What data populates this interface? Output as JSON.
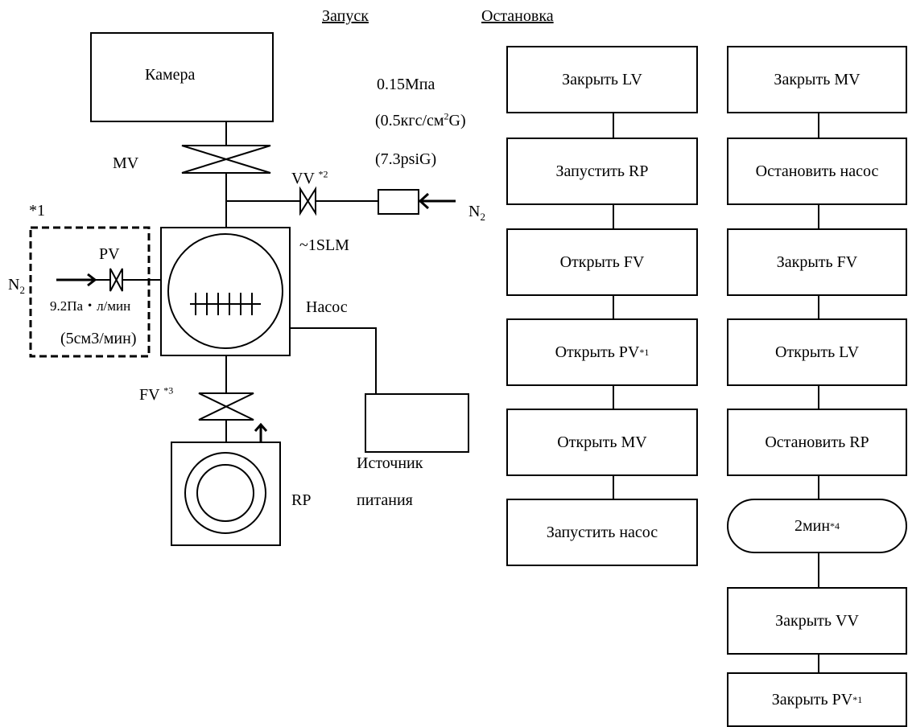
{
  "headers": {
    "start": "Запуск",
    "stop": "Остановка"
  },
  "schematic": {
    "chamber": "Камера",
    "mv": "MV",
    "vv": "VV",
    "vv_note": "*2",
    "n2": "N",
    "n2_sub": "2",
    "note1": "*1",
    "pv": "PV",
    "flow_rate": "9.2Па・л/мин",
    "flow_cm3": "(5см3/мин)",
    "slm": "~1SLM",
    "pressure_mpa": "0.15Мпа",
    "pressure_kgf_prefix": "(0.5кгс/см",
    "pressure_kgf_sup": "2",
    "pressure_kgf_suffix": "G)",
    "pressure_psi": "(7.3psiG)",
    "pump": "Насос",
    "fv": "FV",
    "fv_note": "*3",
    "rp": "RP",
    "power_line1": "Источник",
    "power_line2": "питания"
  },
  "start_steps": [
    {
      "text": "Закрыть LV",
      "sup": ""
    },
    {
      "text": "Запустить RP",
      "sup": ""
    },
    {
      "text": "Открыть FV",
      "sup": ""
    },
    {
      "text": "Открыть PV",
      "sup": "*1"
    },
    {
      "text": "Открыть MV",
      "sup": ""
    },
    {
      "text": "Запустить насос",
      "sup": ""
    }
  ],
  "stop_steps": [
    {
      "text": "Закрыть MV",
      "sup": ""
    },
    {
      "text": "Остановить насос",
      "sup": ""
    },
    {
      "text": "Закрыть FV",
      "sup": ""
    },
    {
      "text": "Открыть LV",
      "sup": ""
    },
    {
      "text": "Остановить RP",
      "sup": ""
    },
    {
      "text": "2мин ",
      "sup": "*4"
    },
    {
      "text": "Закрыть VV",
      "sup": ""
    },
    {
      "text": "Закрыть PV ",
      "sup": "*1"
    }
  ]
}
